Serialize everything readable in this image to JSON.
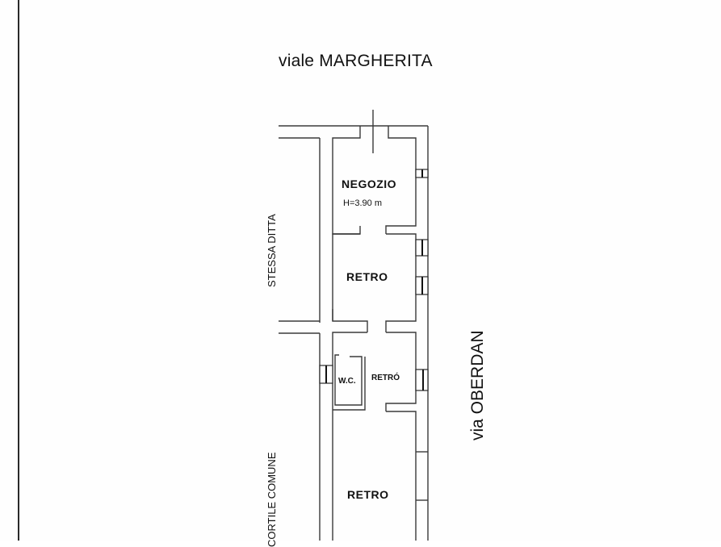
{
  "streets": {
    "top": "viale MARGHERITA",
    "right": "via OBERDAN"
  },
  "adjacent": {
    "left_upper": "STESSA DITTA",
    "left_lower": "CORTILE COMUNE"
  },
  "rooms": [
    {
      "name": "NEGOZIO",
      "note": "H=3.90 m"
    },
    {
      "name": "RETRO"
    },
    {
      "name": "W.C."
    },
    {
      "name": "RETRÓ"
    },
    {
      "name": "RETRO"
    }
  ],
  "colors": {
    "line": "#3a3a3a",
    "text": "#111111",
    "background": "#fefefe"
  }
}
